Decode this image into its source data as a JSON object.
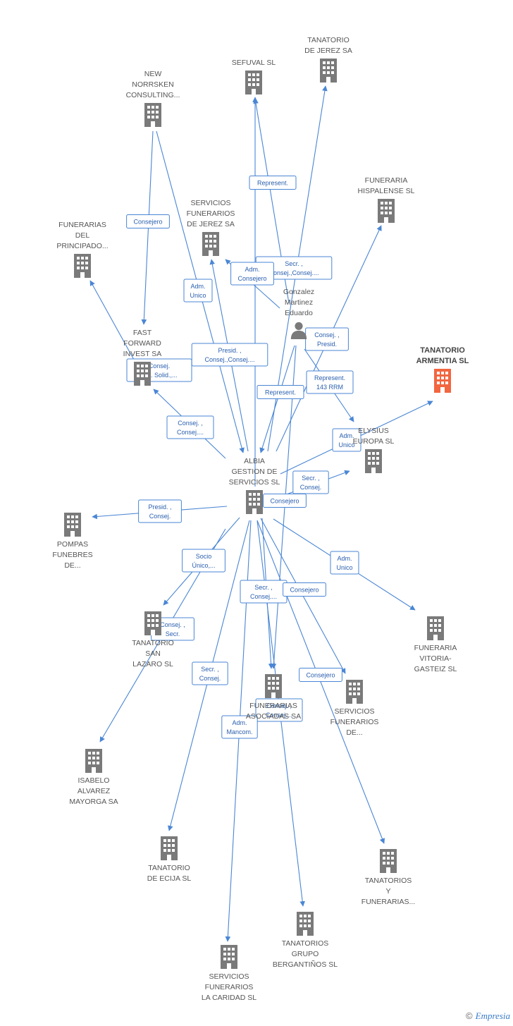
{
  "colors": {
    "edge": "#4a86d4",
    "node": "#7a7a7a",
    "highlight": "#f26640",
    "edge_text": "#2a5fae"
  },
  "nodes": [
    {
      "id": "tanatorio-jerez",
      "label": [
        "TANATORIO",
        "DE JEREZ SA"
      ],
      "type": "company"
    },
    {
      "id": "sefuval",
      "label": [
        "SEFUVAL SL"
      ],
      "type": "company"
    },
    {
      "id": "new-norrsken",
      "label": [
        "NEW",
        "NORRSKEN",
        "CONSULTING..."
      ],
      "type": "company"
    },
    {
      "id": "funeraria-hispalense",
      "label": [
        "FUNERARIA",
        "HISPALENSE SL"
      ],
      "type": "company"
    },
    {
      "id": "servicios-jerez",
      "label": [
        "SERVICIOS",
        "FUNERARIOS",
        "DE JEREZ SA"
      ],
      "type": "company"
    },
    {
      "id": "funerarias-principado",
      "label": [
        "FUNERARIAS",
        "DEL",
        "PRINCIPADO..."
      ],
      "type": "company"
    },
    {
      "id": "gonzalez",
      "label": [
        "Gonzalez",
        "Martinez",
        "Eduardo"
      ],
      "type": "person"
    },
    {
      "id": "fast-forward",
      "label": [
        "FAST",
        "FORWARD",
        "INVEST SA"
      ],
      "type": "company"
    },
    {
      "id": "tanatorio-armentia",
      "label": [
        "TANATORIO",
        "ARMENTIA SL"
      ],
      "type": "main"
    },
    {
      "id": "elysius",
      "label": [
        "ELYSIUS",
        "EUROPA SL"
      ],
      "type": "company"
    },
    {
      "id": "albia",
      "label": [
        "ALBIA",
        "GESTION DE",
        "SERVICIOS SL"
      ],
      "type": "company"
    },
    {
      "id": "pompas",
      "label": [
        "POMPAS",
        "FUNEBRES",
        "DE..."
      ],
      "type": "company"
    },
    {
      "id": "funeraria-vitoria",
      "label": [
        "FUNERARIA",
        "VITORIA-",
        "GASTEIZ SL"
      ],
      "type": "company"
    },
    {
      "id": "tanatorio-san-lazaro",
      "label": [
        "TANATORIO",
        "SAN",
        "LAZARO  SL"
      ],
      "type": "company"
    },
    {
      "id": "funerarias-asociadas",
      "label": [
        "FUNERARIAS",
        "ASOCIADAS SA"
      ],
      "type": "company"
    },
    {
      "id": "servicios-de",
      "label": [
        "SERVICIOS",
        "FUNERARIOS",
        "DE..."
      ],
      "type": "company"
    },
    {
      "id": "isabelo",
      "label": [
        "ISABELO",
        "ALVAREZ",
        "MAYORGA SA"
      ],
      "type": "company"
    },
    {
      "id": "tanatorio-ecija",
      "label": [
        "TANATORIO",
        "DE ECIJA SL"
      ],
      "type": "company"
    },
    {
      "id": "tanatorios-funerarias",
      "label": [
        "TANATORIOS",
        "Y",
        "FUNERARIAS..."
      ],
      "type": "company"
    },
    {
      "id": "tanatorios-berganti",
      "label": [
        "TANATORIOS",
        "GRUPO",
        "BERGANTIÑOS SL"
      ],
      "type": "company"
    },
    {
      "id": "servicios-caridad",
      "label": [
        "SERVICIOS",
        "FUNERARIOS",
        "LA CARIDAD SL"
      ],
      "type": "company"
    }
  ],
  "edges": [
    {
      "from": "albia",
      "to": "sefuval",
      "label": [
        "Represent."
      ]
    },
    {
      "from": "gonzalez",
      "to": "sefuval",
      "label": []
    },
    {
      "from": "albia",
      "to": "tanatorio-jerez",
      "label": [
        "Secr. ,",
        "Consej.,Consej...."
      ]
    },
    {
      "from": "new-norrsken",
      "to": "fast-forward",
      "label": [
        "Consejero"
      ]
    },
    {
      "from": "new-norrsken",
      "to": "albia",
      "label": [
        "Adm.",
        "Unico"
      ]
    },
    {
      "from": "albia",
      "to": "funeraria-hispalense",
      "label": [
        "Consej. ,",
        "Presid."
      ]
    },
    {
      "from": "albia",
      "to": "servicios-jerez",
      "label": [
        "Presid. ,",
        "Consej.,Consej...."
      ]
    },
    {
      "from": "gonzalez",
      "to": "servicios-jerez",
      "label": [
        "Adm.",
        "Consejero"
      ]
    },
    {
      "from": "fast-forward",
      "to": "funerarias-principado",
      "label": [
        "Consej.",
        "Del. Solid.,..."
      ]
    },
    {
      "from": "albia",
      "to": "fast-forward",
      "label": [
        "Consej. ,",
        "Consej...."
      ]
    },
    {
      "from": "gonzalez",
      "to": "albia",
      "label": [
        "Represent."
      ]
    },
    {
      "from": "gonzalez",
      "to": "elysius",
      "label": [
        "Represent.",
        "143 RRM"
      ]
    },
    {
      "from": "albia",
      "to": "tanatorio-armentia",
      "label": [
        "Adm.",
        "Unico"
      ]
    },
    {
      "from": "albia",
      "to": "elysius",
      "label": [
        "Secr. ,",
        "Consej."
      ]
    },
    {
      "from": "albia",
      "to": "pompas",
      "label": [
        "Presid. ,",
        "Consej."
      ]
    },
    {
      "from": "albia",
      "to": "funeraria-vitoria",
      "label": [
        "Adm.",
        "Unico"
      ]
    },
    {
      "from": "albia",
      "to": "tanatorio-san-lazaro",
      "label": [
        "Socio",
        "Único,..."
      ]
    },
    {
      "from": "albia",
      "to": "isabelo",
      "label": [
        "Consej. ,",
        "Secr."
      ]
    },
    {
      "from": "albia",
      "to": "funerarias-asociadas",
      "label": [
        "Secr. ,",
        "Consej...."
      ]
    },
    {
      "from": "albia",
      "to": "servicios-de",
      "label": [
        "Consejero"
      ]
    },
    {
      "from": "gonzalez",
      "to": "funerarias-asociadas",
      "label": [
        "Consej. ,",
        "Consej...."
      ]
    },
    {
      "from": "albia",
      "to": "tanatorio-ecija",
      "label": [
        "Secr. ,",
        "Consej."
      ]
    },
    {
      "from": "albia",
      "to": "tanatorios-funerarias",
      "label": [
        "Consejero"
      ]
    },
    {
      "from": "albia",
      "to": "servicios-caridad",
      "label": [
        "Adm.",
        "Mancom."
      ]
    },
    {
      "from": "albia",
      "to": "tanatorios-berganti",
      "label": []
    },
    {
      "from": "albia",
      "to": "albia-consejero",
      "label": [
        "Consejero"
      ]
    }
  ],
  "footer": {
    "copyright": "©",
    "brand": "Empresia"
  }
}
